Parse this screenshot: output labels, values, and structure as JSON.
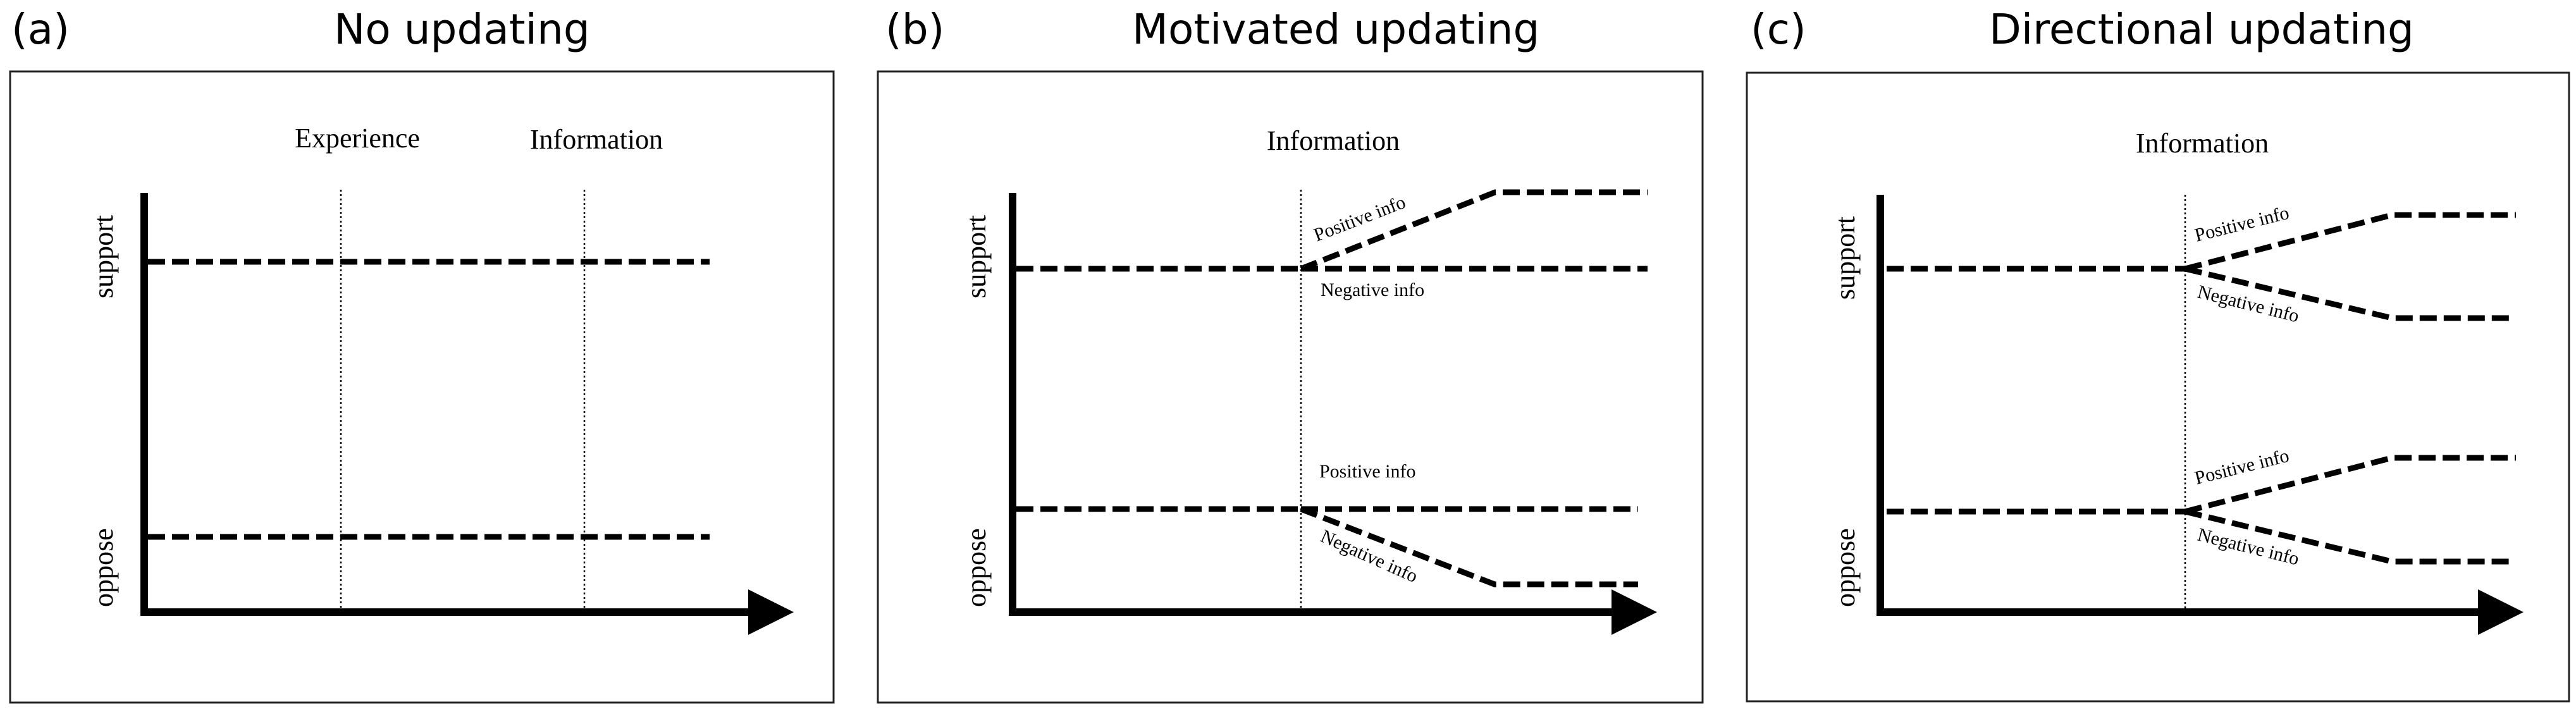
{
  "panels": [
    {
      "label": "(a)",
      "title": "No updating",
      "markers": [
        "Experience",
        "Information"
      ],
      "y_axis": {
        "top_label": "support",
        "bottom_label": "oppose"
      },
      "lines": [
        {
          "group": "support",
          "type": "flat"
        },
        {
          "group": "oppose",
          "type": "flat"
        }
      ]
    },
    {
      "label": "(b)",
      "title": "Motivated updating",
      "markers": [
        "Information"
      ],
      "y_axis": {
        "top_label": "support",
        "bottom_label": "oppose"
      },
      "annotations": {
        "support_pos": "Positive info",
        "support_neg": "Negative info",
        "oppose_pos": "Positive info",
        "oppose_neg": "Negative info"
      },
      "lines": [
        {
          "group": "support",
          "branch": "positive",
          "direction": "up"
        },
        {
          "group": "support",
          "branch": "negative",
          "direction": "flat"
        },
        {
          "group": "oppose",
          "branch": "positive",
          "direction": "flat"
        },
        {
          "group": "oppose",
          "branch": "negative",
          "direction": "down"
        }
      ]
    },
    {
      "label": "(c)",
      "title": "Directional updating",
      "markers": [
        "Information"
      ],
      "y_axis": {
        "top_label": "support",
        "bottom_label": "oppose"
      },
      "annotations": {
        "support_pos": "Positive info",
        "support_neg": "Negative info",
        "oppose_pos": "Positive info",
        "oppose_neg": "Negative info"
      },
      "lines": [
        {
          "group": "support",
          "branch": "positive",
          "direction": "up"
        },
        {
          "group": "support",
          "branch": "negative",
          "direction": "down"
        },
        {
          "group": "oppose",
          "branch": "positive",
          "direction": "up"
        },
        {
          "group": "oppose",
          "branch": "negative",
          "direction": "down"
        }
      ]
    }
  ],
  "colors": {
    "line": "#000000",
    "background": "#ffffff",
    "frame": "#222222"
  }
}
